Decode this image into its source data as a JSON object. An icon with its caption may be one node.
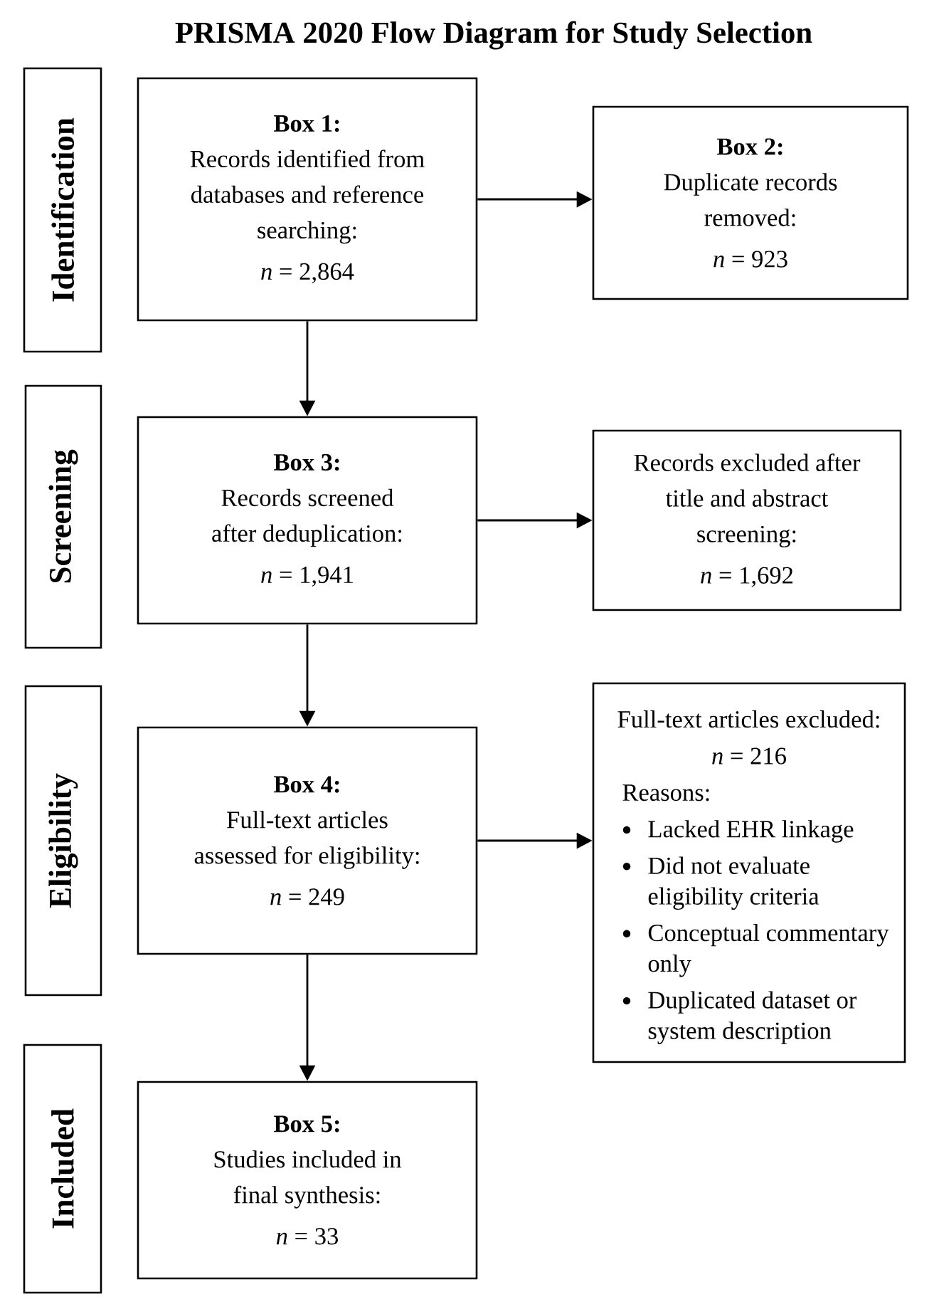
{
  "diagram": {
    "title": "PRISMA 2020 Flow Diagram for Study Selection",
    "nodes": [
      {
        "text": [
          "Identification"
        ]
      },
      {
        "text": [
          "Box 1:",
          "Records identified from databases and reference searching:",
          "*n* = 2,864"
        ]
      },
      {
        "text": [
          "Box 2:",
          "Duplicate records removed:",
          "*n* = 923"
        ]
      },
      {
        "text": [
          "Screening"
        ]
      },
      {
        "text": [
          "Box 3:",
          "Records screened after deduplication:",
          "*n* = 1,941"
        ]
      },
      {
        "text": [
          "Records excluded after title and abstract screening:",
          "*n* = 1,692"
        ]
      },
      {
        "text": [
          "Eligibility"
        ]
      },
      {
        "text": [
          "Box 4:",
          "Full-text articles assessed for eligibility:",
          "*n* = 249"
        ]
      },
      {
        "text": [
          "Full-text articles excluded:",
          "*n* = 216",
          "Reasons:",
          "Lacked EHR linkage",
          "Did not evaluate eligibility criteria",
          "Conceptual commentary only",
          "Duplicated dataset or system description"
        ]
      },
      {
        "text": [
          "Included"
        ]
      },
      {
        "text": [
          "Box 5:",
          "Studies included in final synthesis:",
          "*n* = 33"
        ]
      }
    ],
    "edges": [
      {
        "from": 1,
        "to": 2,
        "arrow": "to"
      },
      {
        "from": 1,
        "to": 4,
        "arrow": "to"
      },
      {
        "from": 4,
        "to": 5,
        "arrow": "to"
      },
      {
        "from": 4,
        "to": 7,
        "arrow": "to"
      },
      {
        "from": 7,
        "to": 8,
        "arrow": "to"
      },
      {
        "from": 7,
        "to": 10,
        "arrow": "to"
      }
    ]
  }
}
